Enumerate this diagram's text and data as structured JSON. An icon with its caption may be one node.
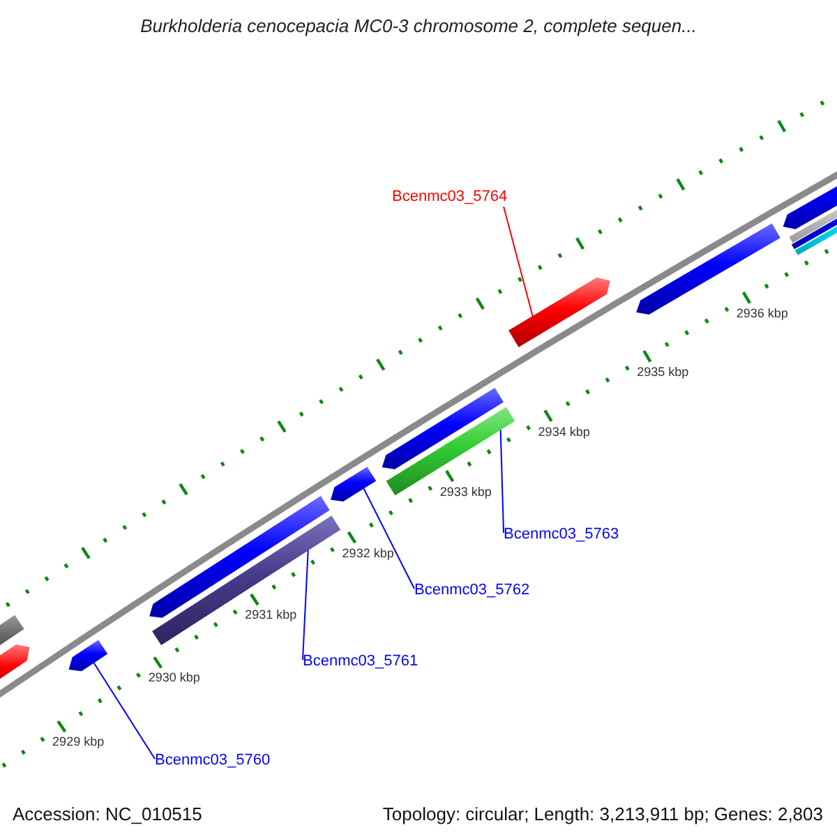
{
  "diagram": {
    "title": "Burkholderia cenocepacia MC0-3 chromosome 2, complete sequen...",
    "nodes": [
      {
        "text": [
          "Bcenmc03_5764"
        ]
      },
      {
        "text": [
          "Bcenmc03_5763"
        ]
      },
      {
        "text": [
          "Bcenmc03_5762"
        ]
      },
      {
        "text": [
          "Bcenmc03_5761"
        ]
      },
      {
        "text": [
          "Bcenmc03_5760"
        ]
      },
      {
        "text": [],
        "shape": "bar"
      },
      {
        "text": [],
        "shape": "bar"
      },
      {
        "text": [],
        "shape": "bar"
      },
      {
        "text": [],
        "shape": "bar"
      },
      {
        "text": [],
        "shape": "bar"
      },
      {
        "text": [],
        "shape": "bar"
      },
      {
        "text": [],
        "shape": "bar"
      },
      {
        "text": [],
        "shape": "bar"
      },
      {
        "text": [],
        "shape": "bar"
      },
      {
        "text": [],
        "shape": "bar"
      },
      {
        "text": [],
        "shape": "bar"
      },
      {
        "text": [],
        "shape": "bar"
      },
      {
        "text": [],
        "shape": "bar"
      },
      {
        "text": [],
        "shape": "bar"
      }
    ],
    "edges": [
      {
        "from": 0,
        "to": 13,
        "arrow": "none",
        "color": "#ff0000"
      },
      {
        "from": 1,
        "to": 12,
        "arrow": "none"
      },
      {
        "from": 2,
        "to": 10,
        "arrow": "none"
      },
      {
        "from": 3,
        "to": 9,
        "arrow": "none"
      },
      {
        "from": 4,
        "to": 7,
        "arrow": "none"
      }
    ],
    "labels": [
      "2929 kbp",
      "2930 kbp",
      "2931 kbp",
      "2932 kbp",
      "2933 kbp",
      "2934 kbp",
      "2935 kbp",
      "2936 kbp",
      "Accession: NC_010515",
      "Topology: circular; Length: 3,213,911 bp; Genes: 2,803"
    ]
  }
}
